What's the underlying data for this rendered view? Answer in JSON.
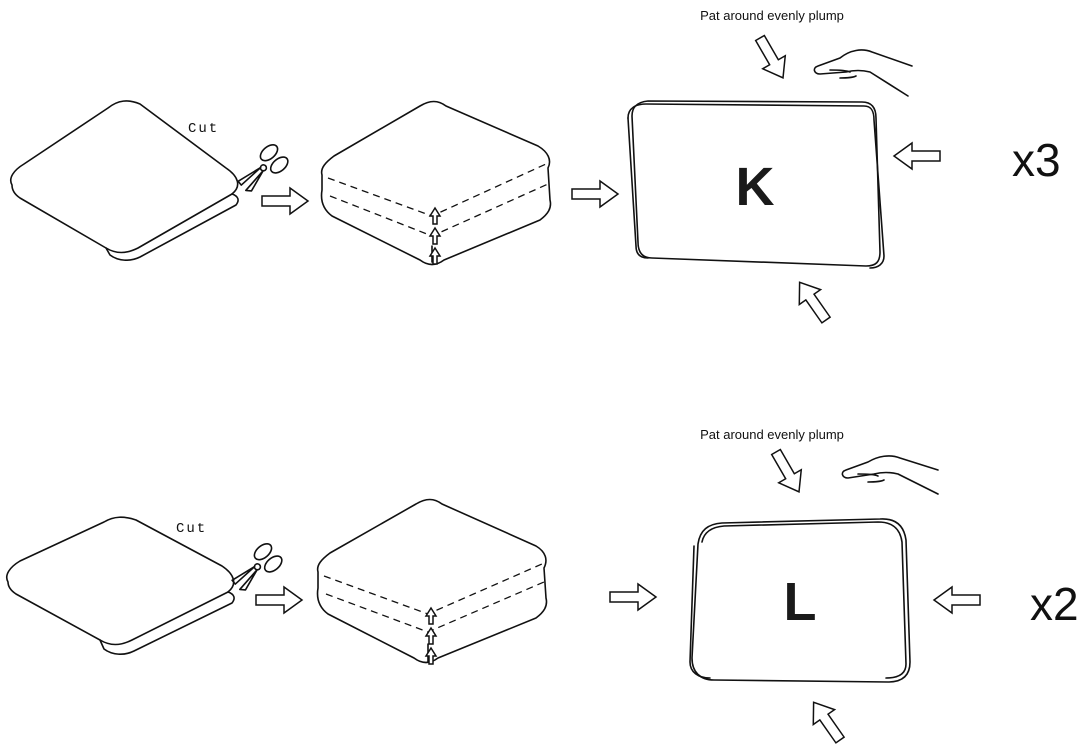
{
  "rows": [
    {
      "pat_label": "Pat around evenly plump",
      "cut_label": "Cut",
      "cushion_letter": "K",
      "multiplier": "x3"
    },
    {
      "pat_label": "Pat around evenly plump",
      "cut_label": "Cut",
      "cushion_letter": "L",
      "multiplier": "x2"
    }
  ],
  "icons": [
    "scissors-icon",
    "hand-icon",
    "arrow-right-icon",
    "arrow-left-icon",
    "arrow-down-icon",
    "arrow-up-icon"
  ]
}
